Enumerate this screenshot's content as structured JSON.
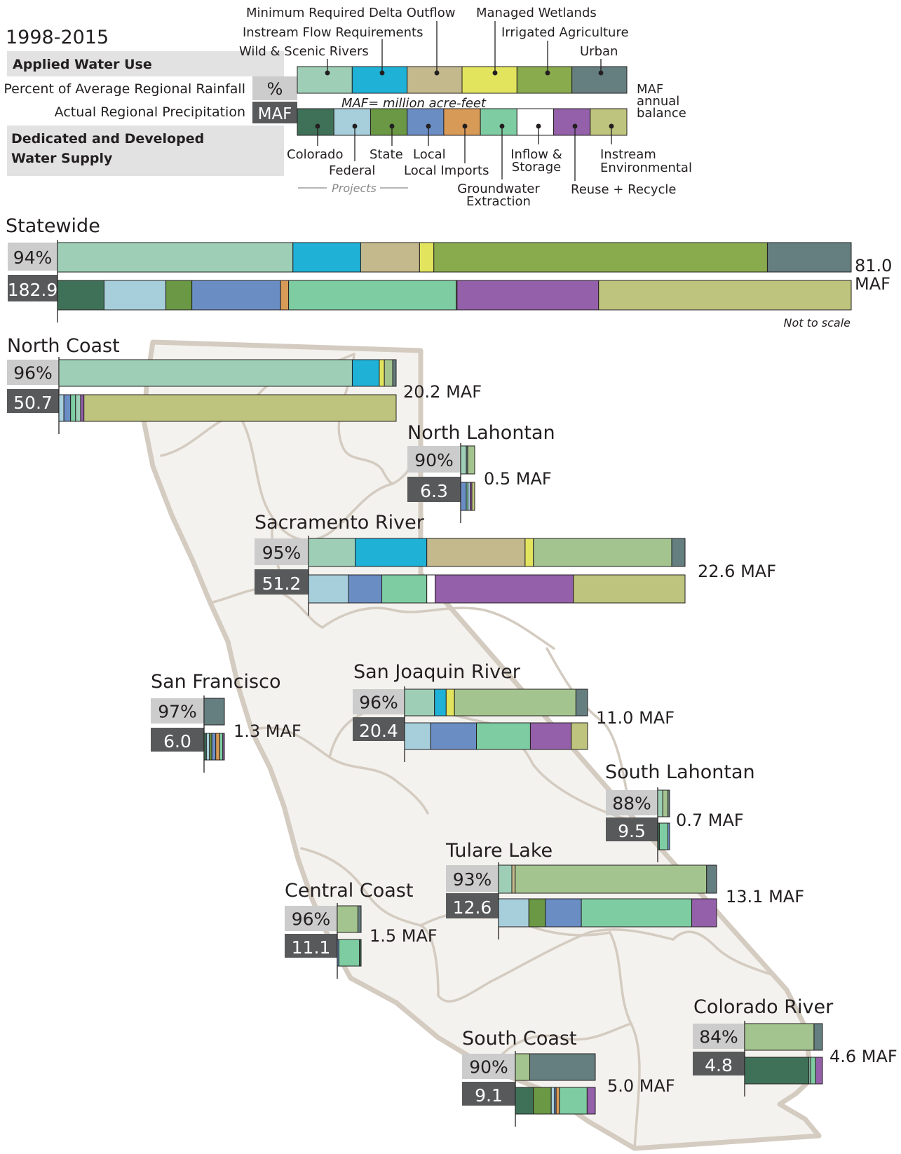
{
  "header": {
    "period": "1998-2015",
    "applied_water_use": "Applied Water Use",
    "pct_row_label": "Percent of Average Regional Rainfall",
    "precip_row_label": "Actual Regional Precipitation",
    "pct_box": "%",
    "maf_box": "MAF",
    "supply_label_line1": "Dedicated and Developed",
    "supply_label_line2": "Water Supply",
    "maf_definition": "MAF= million acre-feet",
    "balance_line1": "MAF",
    "balance_line2": "annual",
    "balance_line3": "balance",
    "projects": "Projects",
    "not_to_scale": "Not to scale"
  },
  "legend": {
    "use": [
      {
        "label": "Wild & Scenic Rivers",
        "color": "#9ecfb6"
      },
      {
        "label": "Instream Flow Requirements",
        "color": "#1fb1d6"
      },
      {
        "label": "Minimum Required Delta Outflow",
        "color": "#c4b98c"
      },
      {
        "label": "Managed Wetlands",
        "color": "#e2e45e"
      },
      {
        "label": "Irrigated Agriculture",
        "color": "#89ab4d"
      },
      {
        "label": "Urban",
        "color": "#657e80"
      }
    ],
    "supply": [
      {
        "label": "Colorado",
        "color": "#3e7158"
      },
      {
        "label": "Federal",
        "color": "#a6cfdb"
      },
      {
        "label": "State",
        "color": "#6a9844"
      },
      {
        "label": "Local",
        "color": "#6a8ec4"
      },
      {
        "label": "Local Imports",
        "color": "#d89a57"
      },
      {
        "label": "Groundwater Extraction",
        "color": "#7ecca2"
      },
      {
        "label": "Inflow & Storage",
        "color": "#ffffff"
      },
      {
        "label": "Reuse + Recycle",
        "color": "#9460aa"
      },
      {
        "label": "Instream Environmental",
        "color": "#bec47d"
      }
    ],
    "supply_label_lines": {
      "groundwater_1": "Groundwater",
      "groundwater_2": "Extraction",
      "inflow_1": "Inflow &",
      "inflow_2": "Storage",
      "instream_1": "Instream",
      "instream_2": "Environmental"
    }
  },
  "chart_data": {
    "type": "bar",
    "units": "MAF",
    "note": "Not to scale",
    "regions": [
      {
        "name": "Statewide",
        "rainfall_pct": "94%",
        "precip_maf": "182.9",
        "balance_maf": "81.0",
        "balance_unit": "MAF",
        "use": [
          26.4,
          7.6,
          6.6,
          1.6,
          37.4,
          9.4
        ],
        "use_colors": [
          "#9ecfb6",
          "#1fb1d6",
          "#c4b98c",
          "#e2e45e",
          "#89ab4d",
          "#657e80"
        ],
        "supply": [
          5.2,
          6.9,
          2.9,
          9.9,
          0.9,
          18.7,
          0.1,
          15.8,
          28.2
        ],
        "supply_colors": [
          "#3e7158",
          "#a6cfdb",
          "#6a9844",
          "#6a8ec4",
          "#d89a57",
          "#7ecca2",
          "#ffffff",
          "#9460aa",
          "#bec47d"
        ]
      },
      {
        "name": "North Coast",
        "rainfall_pct": "96%",
        "precip_maf": "50.7",
        "balance_maf": "20.2 MAF",
        "use": [
          17.4,
          1.6,
          0.3,
          0.5,
          0.2
        ],
        "use_colors": [
          "#9ecfb6",
          "#1fb1d6",
          "#e2e45e",
          "#a4c48f",
          "#657e80"
        ],
        "supply": [
          0.3,
          0.4,
          0.3,
          0.3,
          0.2,
          18.7
        ],
        "supply_colors": [
          "#a6cfdb",
          "#6a8ec4",
          "#7ecca2",
          "#9ecfb6",
          "#9460aa",
          "#bec47d"
        ]
      },
      {
        "name": "North Lahontan",
        "rainfall_pct": "90%",
        "precip_maf": "6.3",
        "balance_maf": "0.5 MAF",
        "use": [
          0.2,
          0.05,
          0.25
        ],
        "use_colors": [
          "#9ecfb6",
          "#657e80",
          "#a4c48f"
        ],
        "supply": [
          0.2,
          0.06,
          0.08,
          0.06,
          0.1
        ],
        "supply_colors": [
          "#6a8ec4",
          "#7ecca2",
          "#a6cfdb",
          "#9460aa",
          "#bec47d"
        ]
      },
      {
        "name": "Sacramento River",
        "rainfall_pct": "95%",
        "precip_maf": "51.2",
        "balance_maf": "22.6 MAF",
        "use": [
          2.8,
          4.3,
          5.9,
          0.5,
          8.3,
          0.8
        ],
        "use_colors": [
          "#9ecfb6",
          "#1fb1d6",
          "#c4b98c",
          "#e2e45e",
          "#a4c48f",
          "#657e80"
        ],
        "supply": [
          2.4,
          2.0,
          2.7,
          0.5,
          8.3,
          6.7
        ],
        "supply_colors": [
          "#a6cfdb",
          "#6a8ec4",
          "#7ecca2",
          "#ffffff",
          "#9460aa",
          "#bec47d"
        ]
      },
      {
        "name": "San Francisco",
        "rainfall_pct": "97%",
        "precip_maf": "6.0",
        "balance_maf": "1.3 MAF",
        "use": [
          1.3
        ],
        "use_colors": [
          "#657e80"
        ],
        "supply": [
          0.15,
          0.2,
          0.15,
          0.25,
          0.25,
          0.2,
          0.1
        ],
        "supply_colors": [
          "#3e7158",
          "#a6cfdb",
          "#6a9844",
          "#6a8ec4",
          "#d89a57",
          "#7ecca2",
          "#9460aa"
        ]
      },
      {
        "name": "San Joaquin River",
        "rainfall_pct": "96%",
        "precip_maf": "20.4",
        "balance_maf": "11.0 MAF",
        "use": [
          1.8,
          0.7,
          0.5,
          7.3,
          0.7
        ],
        "use_colors": [
          "#9ecfb6",
          "#1fb1d6",
          "#e2e45e",
          "#a4c48f",
          "#657e80"
        ],
        "supply": [
          1.6,
          2.8,
          3.3,
          2.5,
          1.0
        ],
        "supply_colors": [
          "#a6cfdb",
          "#6a8ec4",
          "#7ecca2",
          "#9460aa",
          "#bec47d"
        ]
      },
      {
        "name": "South Lahontan",
        "rainfall_pct": "88%",
        "precip_maf": "9.5",
        "balance_maf": "0.7 MAF",
        "use": [
          0.3,
          0.3,
          0.1
        ],
        "use_colors": [
          "#9ecfb6",
          "#a4c48f",
          "#657e80"
        ],
        "supply": [
          0.1,
          0.5,
          0.1
        ],
        "supply_colors": [
          "#3e7158",
          "#7ecca2",
          "#6a8ec4"
        ]
      },
      {
        "name": "Tulare Lake",
        "rainfall_pct": "93%",
        "precip_maf": "12.6",
        "balance_maf": "13.1 MAF",
        "use": [
          0.8,
          0.2,
          11.5,
          0.6
        ],
        "use_colors": [
          "#9ecfb6",
          "#c4b98c",
          "#a4c48f",
          "#657e80"
        ],
        "supply": [
          1.1,
          0.6,
          1.3,
          4.0,
          0.9
        ],
        "supply_colors": [
          "#a6cfdb",
          "#6a9844",
          "#6a8ec4",
          "#7ecca2",
          "#9460aa"
        ]
      },
      {
        "name": "Central Coast",
        "rainfall_pct": "96%",
        "precip_maf": "11.1",
        "balance_maf": "1.5 MAF",
        "use": [
          1.3,
          0.2
        ],
        "use_colors": [
          "#a4c48f",
          "#657e80"
        ],
        "supply": [
          0.1,
          1.3,
          0.1
        ],
        "supply_colors": [
          "#6a8ec4",
          "#7ecca2",
          "#3e7158"
        ]
      },
      {
        "name": "South Coast",
        "rainfall_pct": "90%",
        "precip_maf": "9.1",
        "balance_maf": "5.0 MAF",
        "use": [
          0.9,
          4.1
        ],
        "use_colors": [
          "#a4c48f",
          "#657e80"
        ],
        "supply": [
          1.1,
          1.1,
          0.2,
          0.1,
          0.2,
          1.7,
          0.5
        ],
        "supply_colors": [
          "#3e7158",
          "#6a9844",
          "#a6cfdb",
          "#6a8ec4",
          "#d89a57",
          "#7ecca2",
          "#9460aa"
        ]
      },
      {
        "name": "Colorado River",
        "rainfall_pct": "84%",
        "precip_maf": "4.8",
        "balance_maf": "4.6 MAF",
        "use": [
          4.1,
          0.5
        ],
        "use_colors": [
          "#a4c48f",
          "#657e80"
        ],
        "supply": [
          3.8,
          0.1,
          0.3,
          0.4
        ],
        "supply_colors": [
          "#3e7158",
          "#9ecfb6",
          "#7ecca2",
          "#9460aa"
        ]
      }
    ]
  }
}
